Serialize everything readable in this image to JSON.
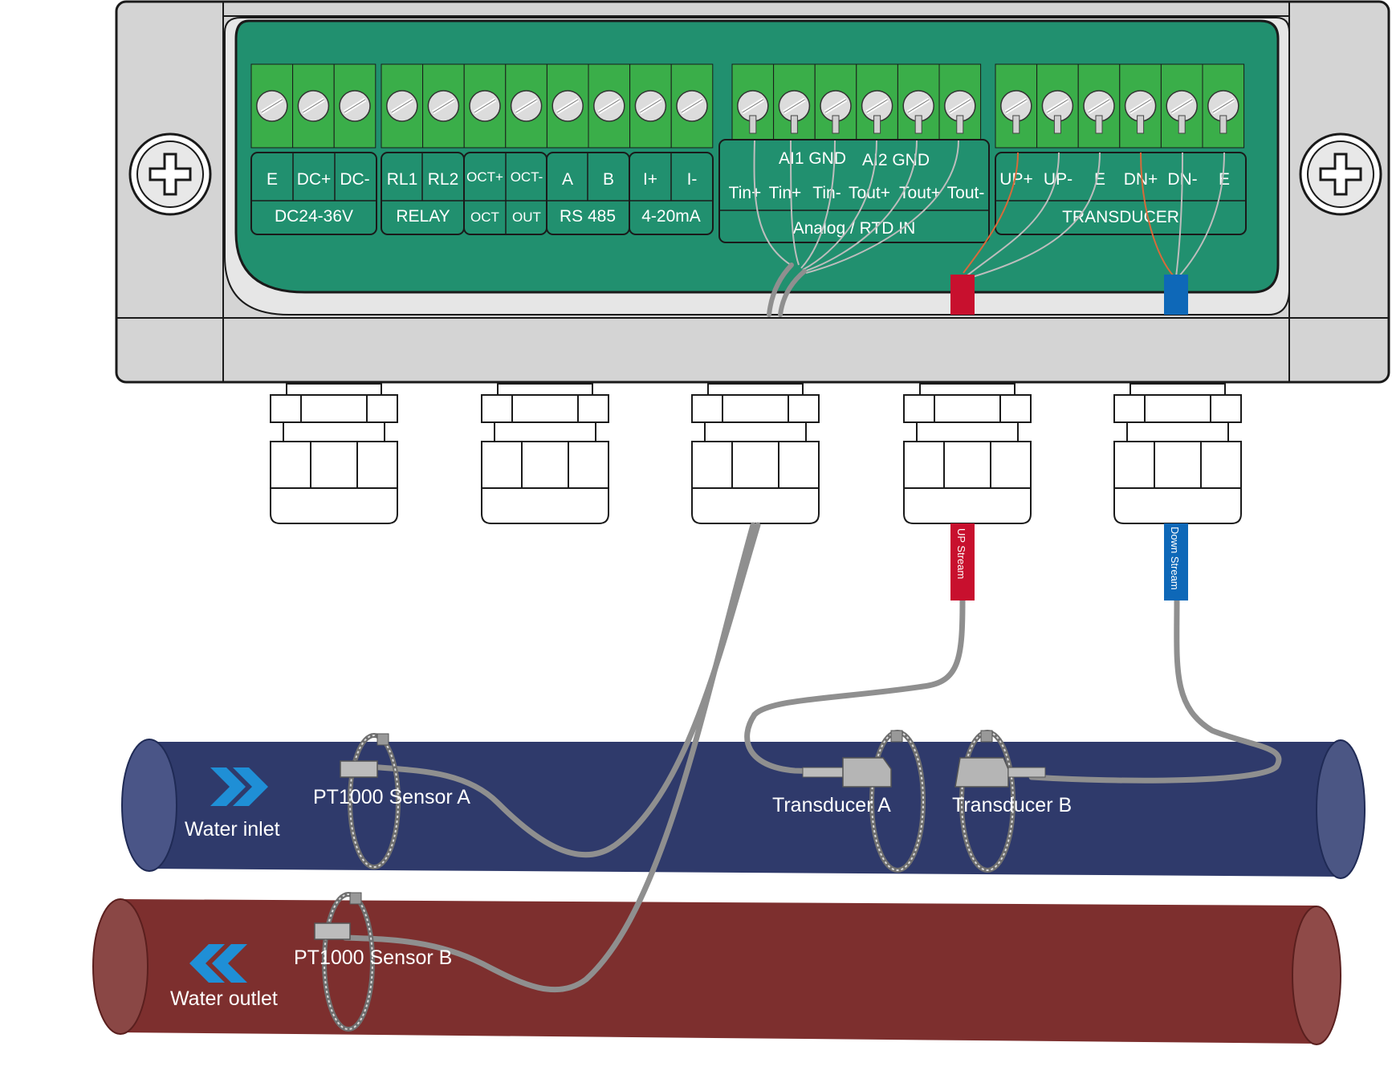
{
  "terminal_blocks": {
    "power": {
      "terminals": [
        "E",
        "DC+",
        "DC-"
      ],
      "group": "DC24-36V"
    },
    "relay": {
      "terminals": [
        "RL1",
        "RL2"
      ],
      "group": "RELAY"
    },
    "oct": {
      "terminals": [
        "OCT+",
        "OCT-"
      ],
      "sub": [
        "OCT",
        "OUT"
      ]
    },
    "rs485": {
      "terminals": [
        "A",
        "B"
      ],
      "group": "RS 485"
    },
    "current": {
      "terminals": [
        "I+",
        "I-"
      ],
      "group": "4-20mA"
    },
    "analog": {
      "top_labels": [
        "AI1 GND",
        "AI2 GND"
      ],
      "terminals": [
        "Tin+",
        "Tin+",
        "Tin-",
        "Tout+",
        "Tout+",
        "Tout-"
      ],
      "group": "Analog / RTD IN"
    },
    "transducer": {
      "terminals": [
        "UP+",
        "UP-",
        "E",
        "DN+",
        "DN-",
        "E"
      ],
      "group": "TRANSDUCER"
    }
  },
  "cable_tags": {
    "up": "UP Stream",
    "down": "Down Stream"
  },
  "pipes": {
    "inlet": {
      "label": "Water inlet",
      "sensor": "PT1000 Sensor A"
    },
    "outlet": {
      "label": "Water outlet",
      "sensor": "PT1000 Sensor B"
    }
  },
  "transducers": {
    "a": "Transducer A",
    "b": "Transducer B"
  },
  "colors": {
    "board_green": "#21906f",
    "terminal_green": "#3aae49",
    "housing_gray": "#d4d4d4",
    "inlet_pipe": "#2f3a6b",
    "outlet_pipe": "#7d2f2e",
    "up_red": "#c8102e",
    "down_blue": "#0e68b8",
    "arrow_blue": "#1f8fd6"
  },
  "icons": {
    "screw": "cross-screw-icon",
    "inlet_arrow": "double-chevron-right-icon",
    "outlet_arrow": "double-chevron-left-icon"
  }
}
